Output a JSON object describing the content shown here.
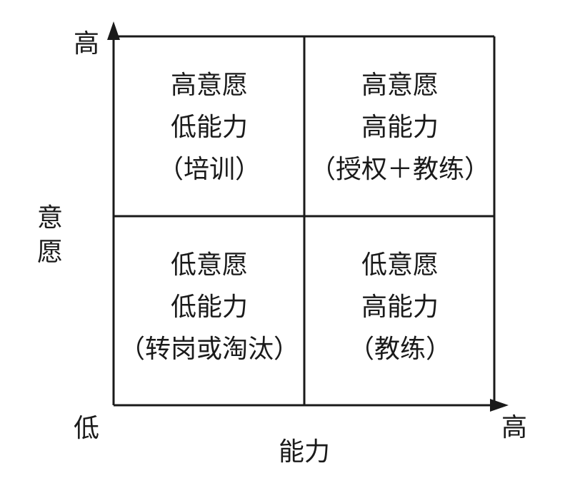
{
  "diagram": {
    "axes": {
      "y_high": "高",
      "y_title": "意愿",
      "origin_low": "低",
      "x_high": "高",
      "x_title": "能力"
    },
    "quadrants": {
      "top_left": [
        "高意愿",
        "低能力",
        "（培训）"
      ],
      "top_right": [
        "高意愿",
        "高能力",
        "（授权＋教练）"
      ],
      "bottom_left": [
        "低意愿",
        "低能力",
        "（转岗或淘汰）"
      ],
      "bottom_right": [
        "低意愿",
        "高能力",
        "（教练）"
      ]
    }
  }
}
